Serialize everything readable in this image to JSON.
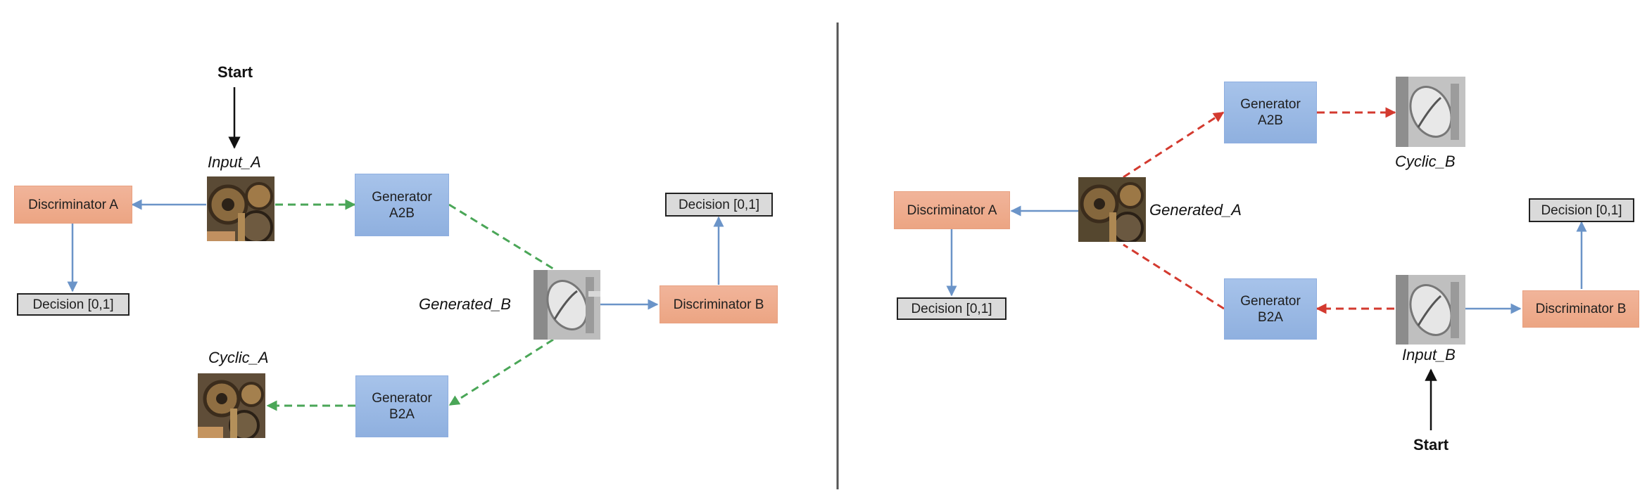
{
  "colors": {
    "discriminator": "#eda98a",
    "generator": "#9cb9e6",
    "decision": "#dadada",
    "blue_arrow": "#6b94c8",
    "green_dash": "#4aa657",
    "red_dash": "#d33a2f",
    "black_arrow": "#111111",
    "divider": "#555555"
  },
  "left_panel": {
    "start": "Start",
    "input_a_label": "Input_A",
    "generated_b_label": "Generated_B",
    "cyclic_a_label": "Cyclic_A",
    "discriminator_a": "Discriminator A",
    "discriminator_b": "Discriminator B",
    "decision_a": "Decision [0,1]",
    "decision_b": "Decision [0,1]",
    "generator_a2b": {
      "line1": "Generator",
      "line2": "A2B"
    },
    "generator_b2a": {
      "line1": "Generator",
      "line2": "B2A"
    },
    "images": {
      "input_a": "gears-photo",
      "generated_b": "sketch-photo",
      "cyclic_a": "gears-photo"
    }
  },
  "right_panel": {
    "start": "Start",
    "input_b_label": "Input_B",
    "generated_a_label": "Generated_A",
    "cyclic_b_label": "Cyclic_B",
    "discriminator_a": "Discriminator A",
    "discriminator_b": "Discriminator B",
    "decision_a": "Decision [0,1]",
    "decision_b": "Decision [0,1]",
    "generator_a2b": {
      "line1": "Generator",
      "line2": "A2B"
    },
    "generator_b2a": {
      "line1": "Generator",
      "line2": "B2A"
    },
    "images": {
      "input_b": "sketch-photo",
      "generated_a": "gears-photo",
      "cyclic_b": "sketch-photo"
    }
  }
}
